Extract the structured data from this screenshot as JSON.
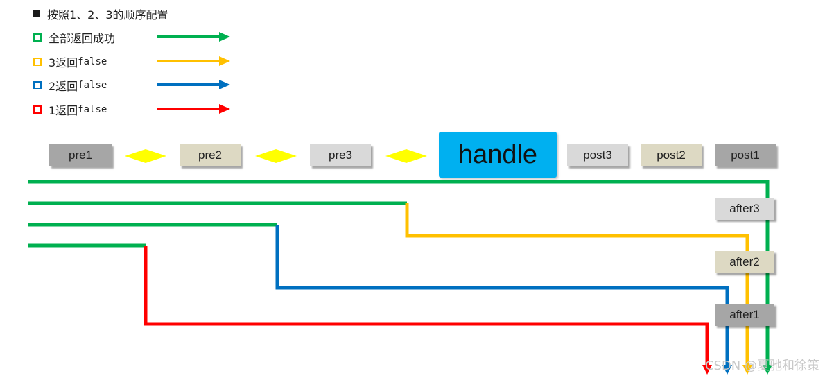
{
  "legend": {
    "title": "按照1、2、3的顺序配置",
    "items": [
      {
        "prefix": "全部返回成功",
        "mono": "",
        "color": "#00b050"
      },
      {
        "prefix": "3返回",
        "mono": "false",
        "color": "#ffc000"
      },
      {
        "prefix": "2返回",
        "mono": "false",
        "color": "#0070c0"
      },
      {
        "prefix": "1返回",
        "mono": "false",
        "color": "#ff0000"
      }
    ]
  },
  "interceptors": {
    "pre1": "pre1",
    "pre2": "pre2",
    "pre3": "pre3",
    "handle": "handle",
    "post3": "post3",
    "post2": "post2",
    "post1": "post1",
    "after3": "after3",
    "after2": "after2",
    "after1": "after1"
  },
  "colors": {
    "green": "#00b050",
    "yellow": "#ffc000",
    "blue": "#0070c0",
    "red": "#ff0000",
    "diamond": "#ffff00",
    "handle": "#00b0f0"
  },
  "watermark": "CSDN @夏驰和徐策"
}
